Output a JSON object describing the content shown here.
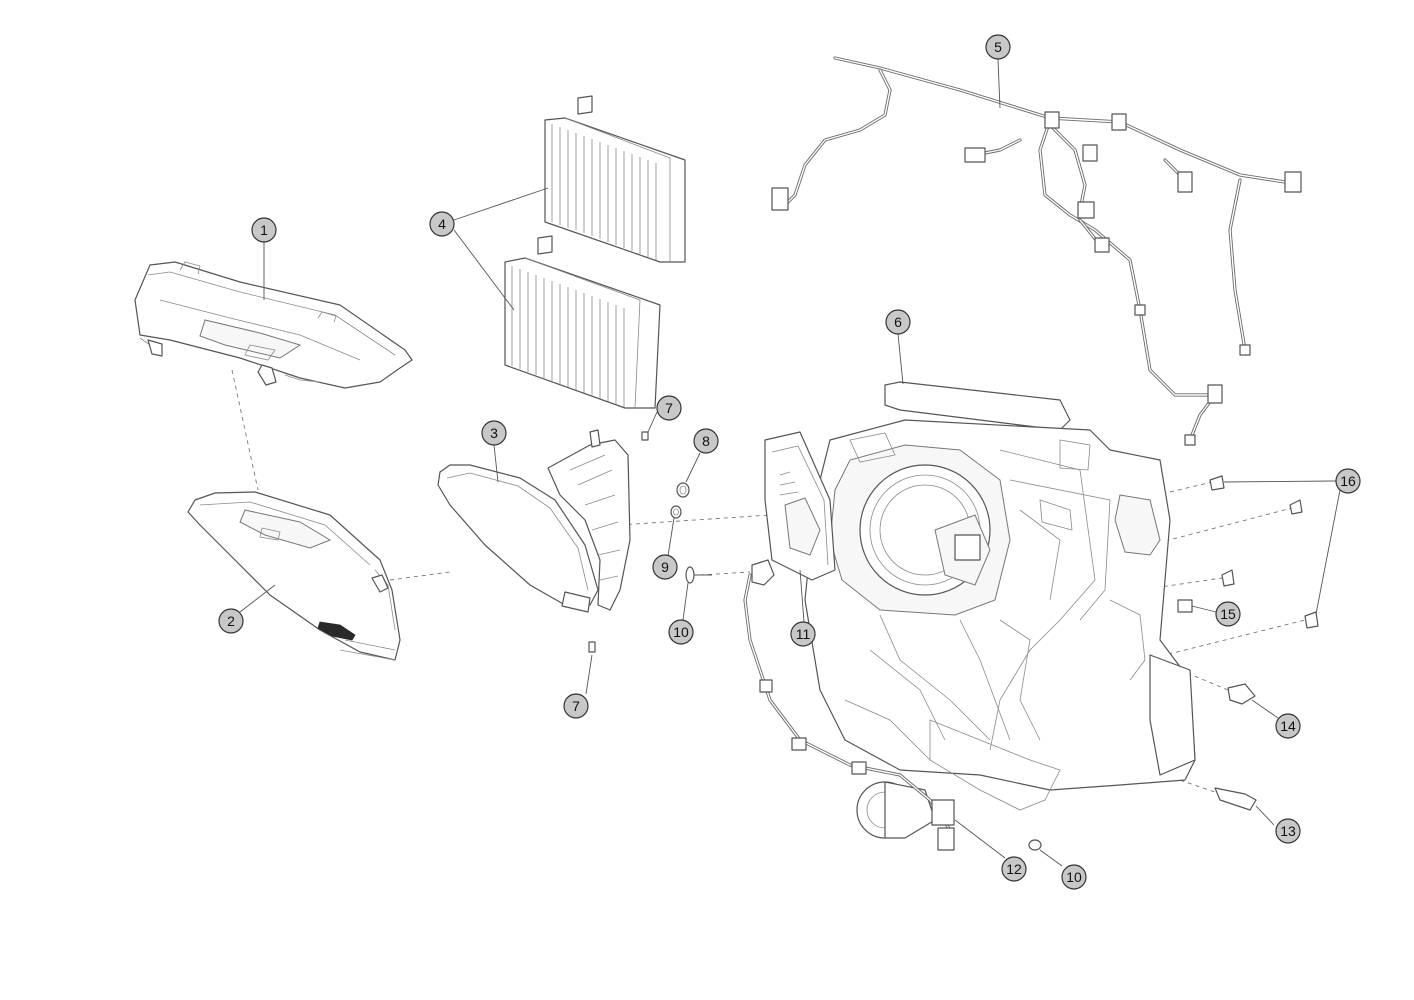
{
  "callouts": {
    "c1": "1",
    "c2": "2",
    "c3": "3",
    "c4": "4",
    "c5": "5",
    "c6": "6",
    "c7a": "7",
    "c7b": "7",
    "c8": "8",
    "c9": "9",
    "c10a": "10",
    "c10b": "10",
    "c11": "11",
    "c12": "12",
    "c13": "13",
    "c14": "14",
    "c15": "15",
    "c16": "16"
  }
}
